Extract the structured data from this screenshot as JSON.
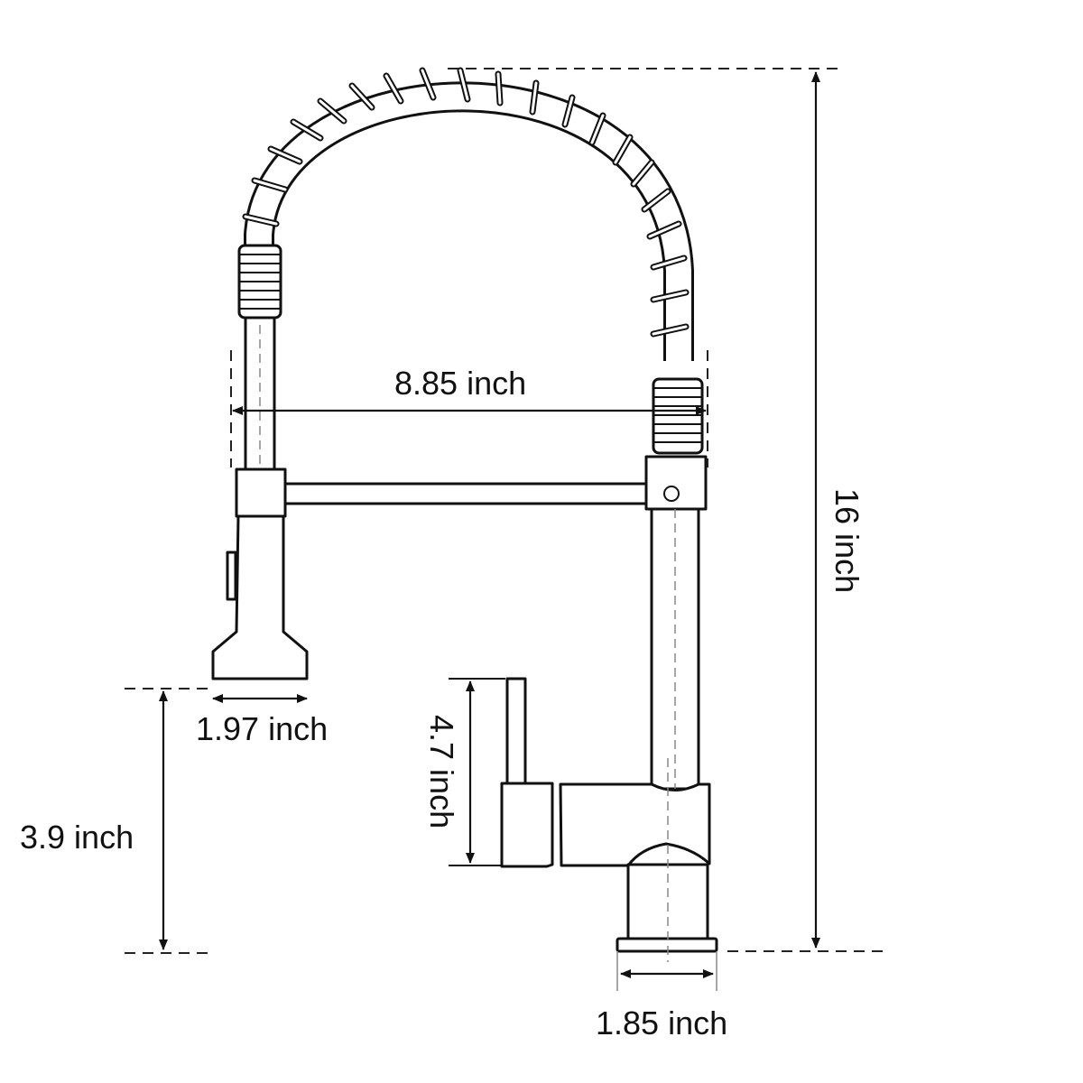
{
  "diagram": {
    "subject": "pull-down spring kitchen faucet",
    "line_color": "#111111",
    "background": "#ffffff",
    "dimensions": {
      "total_height": {
        "label": "16 inch",
        "value": 16,
        "unit": "inch",
        "orientation": "vertical"
      },
      "spout_reach": {
        "label": "8.85 inch",
        "value": 8.85,
        "unit": "inch",
        "orientation": "horizontal"
      },
      "sprayer_width": {
        "label": "1.97 inch",
        "value": 1.97,
        "unit": "inch",
        "orientation": "horizontal"
      },
      "sprayer_clearance": {
        "label": "3.9 inch",
        "value": 3.9,
        "unit": "inch",
        "orientation": "vertical"
      },
      "handle_height": {
        "label": "4.7 inch",
        "value": 4.7,
        "unit": "inch",
        "orientation": "vertical"
      },
      "base_diameter": {
        "label": "1.85 inch",
        "value": 1.85,
        "unit": "inch",
        "orientation": "horizontal"
      }
    }
  }
}
